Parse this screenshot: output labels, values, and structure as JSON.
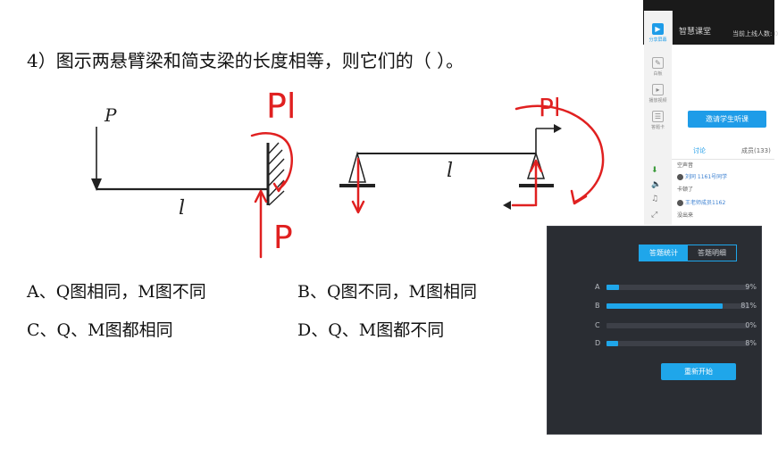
{
  "question": {
    "text": "4）图示两悬臂梁和简支梁的长度相等，则它们的（ ）。"
  },
  "options": [
    {
      "text": "A、Q图相同，M图不同"
    },
    {
      "text": "B、Q图不同，M图相同"
    },
    {
      "text": "C、Q、M图都相同"
    },
    {
      "text": "D、Q、M图都不同"
    }
  ],
  "diagram": {
    "load_label": "P",
    "length_label_left": "l",
    "length_label_right": "l",
    "annot_moment_left": "Pl",
    "annot_force": "P",
    "annot_moment_right": "Pl"
  },
  "app": {
    "window_title": "智慧课堂",
    "online_count": "当前上线人数: 0",
    "tools": [
      {
        "label": "分享屏幕",
        "icon": "screen-share-icon"
      },
      {
        "label": "白板",
        "icon": "whiteboard-icon"
      },
      {
        "label": "播放视频",
        "icon": "play-video-icon"
      },
      {
        "label": "答题卡",
        "icon": "answer-card-icon"
      }
    ],
    "invite_button": "邀请学生听课",
    "tabs": {
      "chat": "讨论",
      "members": "成员(133)"
    },
    "chat": [
      {
        "text": "空声音",
        "style": "plain"
      },
      {
        "text": "刘同 1161号同学",
        "style": "blue",
        "avatar": true
      },
      {
        "text": "卡顿了",
        "style": "plain"
      },
      {
        "text": "王老师成员1162",
        "style": "blue",
        "avatar": true
      },
      {
        "text": "没出来",
        "style": "plain"
      }
    ]
  },
  "stats": {
    "tabs": [
      "答题统计",
      "答题明细"
    ],
    "rows": [
      {
        "label": "A",
        "percent": 9,
        "text": "9%"
      },
      {
        "label": "B",
        "percent": 81,
        "text": "81%"
      },
      {
        "label": "C",
        "percent": 0,
        "text": "0%"
      },
      {
        "label": "D",
        "percent": 8,
        "text": "8%"
      }
    ],
    "restart_button": "重新开始",
    "colors": {
      "accent": "#1fa6ea",
      "background": "#2a2d33",
      "track": "#3d4048"
    }
  }
}
